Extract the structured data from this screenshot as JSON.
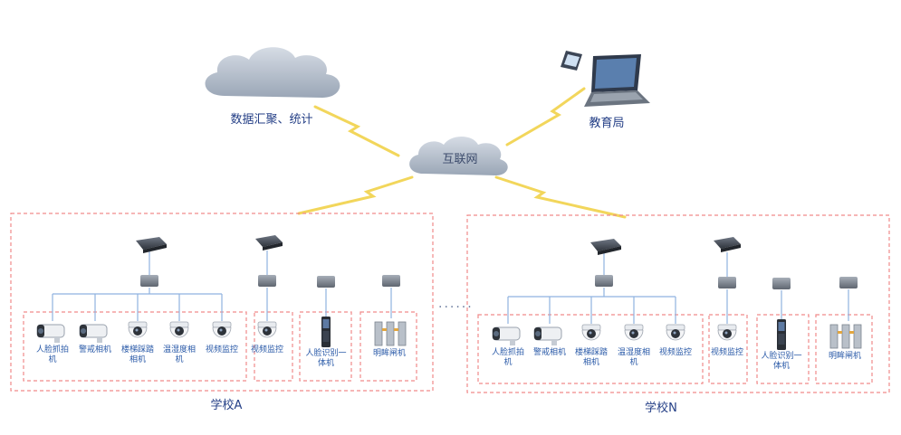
{
  "top": {
    "cloud_label": "数据汇聚、统计",
    "internet_label": "互联网",
    "bureau_label": "教育局"
  },
  "schoolA": {
    "name": "学校A",
    "devices": [
      {
        "label": "人脸抓拍机",
        "icon": "bullet-camera-icon"
      },
      {
        "label": "警戒相机",
        "icon": "bullet-camera-icon"
      },
      {
        "label": "楼梯踩踏相机",
        "icon": "dome-camera-icon"
      },
      {
        "label": "温湿度相机",
        "icon": "dome-camera-icon"
      },
      {
        "label": "视频监控",
        "icon": "dome-camera-icon"
      },
      {
        "label": "视频监控",
        "icon": "dome-camera-icon"
      },
      {
        "label": "人脸识别一体机",
        "icon": "face-terminal-icon"
      },
      {
        "label": "明眸闸机",
        "icon": "turnstile-icon"
      }
    ]
  },
  "schoolN": {
    "name": "学校N",
    "devices": [
      {
        "label": "人脸抓拍机",
        "icon": "bullet-camera-icon"
      },
      {
        "label": "警戒相机",
        "icon": "bullet-camera-icon"
      },
      {
        "label": "楼梯踩踏相机",
        "icon": "dome-camera-icon"
      },
      {
        "label": "温湿度相机",
        "icon": "dome-camera-icon"
      },
      {
        "label": "视频监控",
        "icon": "dome-camera-icon"
      },
      {
        "label": "视频监控",
        "icon": "dome-camera-icon"
      },
      {
        "label": "人脸识别一体机",
        "icon": "face-terminal-icon"
      },
      {
        "label": "明眸闸机",
        "icon": "turnstile-icon"
      }
    ]
  },
  "separator": "······",
  "colors": {
    "dashed_border": "#f08a8a",
    "link_line": "#8fb2e0",
    "lightning": "#f1d24a",
    "cloud": "#b8c2d0",
    "label": "#243f86"
  }
}
